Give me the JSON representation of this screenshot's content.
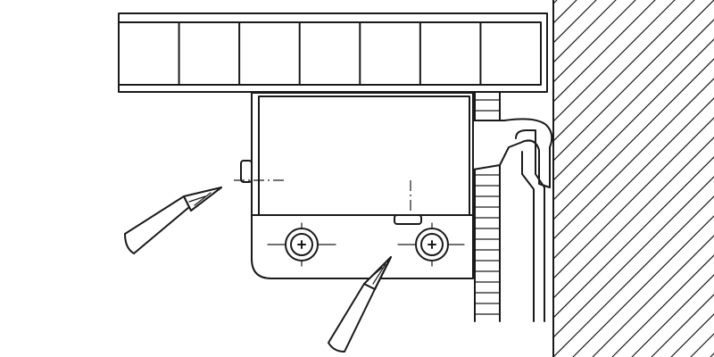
{
  "colors": {
    "ink": "#1a1a1a",
    "paper": "#ffffff"
  },
  "drawing": {
    "subject": "hinge-mounting-plate-installation",
    "screws": 2,
    "screwdrivers": 2,
    "shelf_cells": 7
  },
  "icons": {
    "screwdriver": "screwdriver-icon",
    "screw": "phillips-screw-icon"
  }
}
